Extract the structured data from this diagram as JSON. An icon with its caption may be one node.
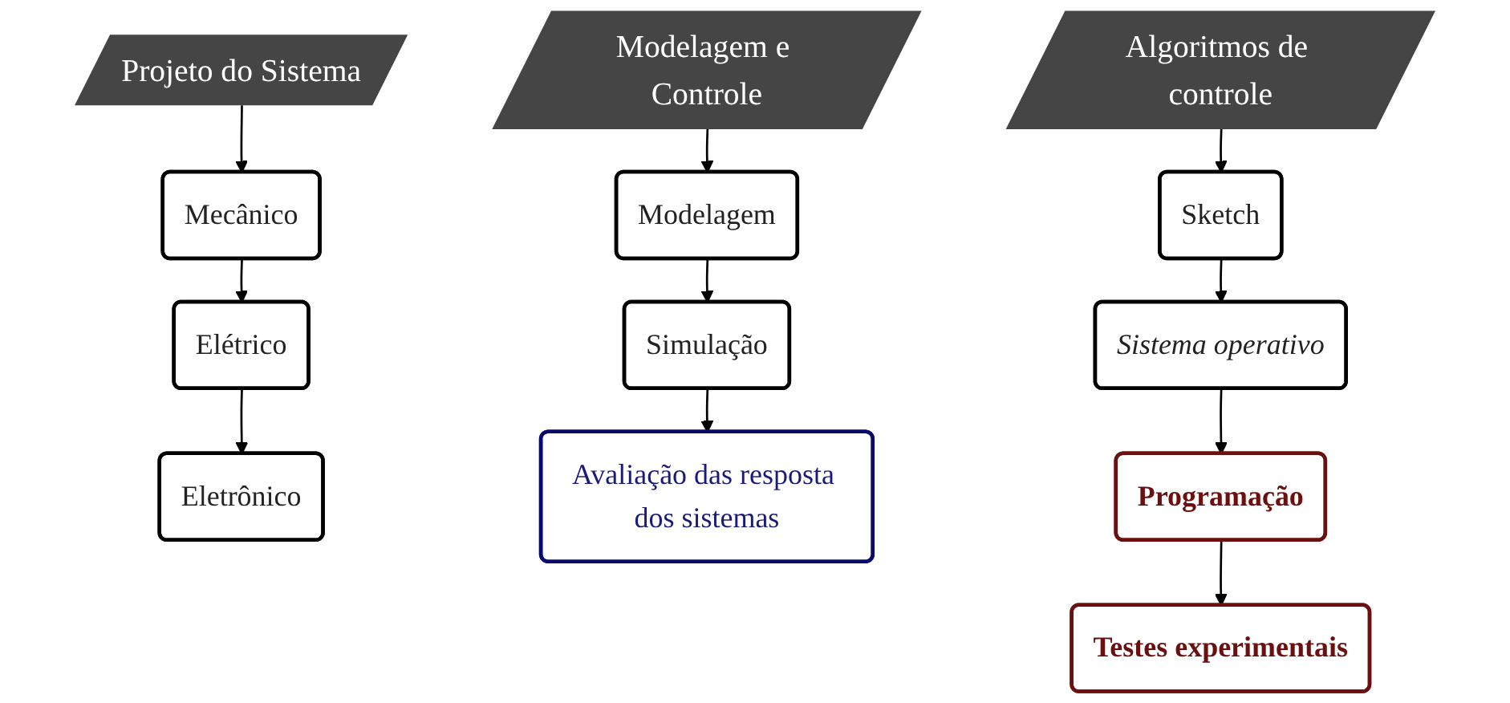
{
  "diagram": {
    "nodes": [
      {
        "text": [
          "Projeto do Sistema"
        ]
      },
      {
        "text": [
          "Mecânico"
        ]
      },
      {
        "text": [
          "Elétrico"
        ]
      },
      {
        "text": [
          "Eletrônico"
        ]
      },
      {
        "text": [
          "Modelagem e Controle"
        ]
      },
      {
        "text": [
          "Modelagem"
        ]
      },
      {
        "text": [
          "Simulação"
        ]
      },
      {
        "text": [
          "Avaliação das resposta dos sistemas"
        ]
      },
      {
        "text": [
          "Algoritmos de controle"
        ]
      },
      {
        "text": [
          "Sketch"
        ]
      },
      {
        "text": [
          "Sistema operativo"
        ]
      },
      {
        "text": [
          "Programação"
        ]
      },
      {
        "text": [
          "Testes experimentais"
        ]
      }
    ],
    "edges": [
      {
        "from": 0,
        "to": 1,
        "arrow": "to"
      },
      {
        "from": 1,
        "to": 2,
        "arrow": "to"
      },
      {
        "from": 2,
        "to": 3,
        "arrow": "to"
      },
      {
        "from": 4,
        "to": 5,
        "arrow": "to"
      },
      {
        "from": 5,
        "to": 6,
        "arrow": "to"
      },
      {
        "from": 6,
        "to": 7,
        "arrow": "to"
      },
      {
        "from": 8,
        "to": 9,
        "arrow": "to"
      },
      {
        "from": 9,
        "to": 10,
        "arrow": "to"
      },
      {
        "from": 10,
        "to": 11,
        "arrow": "to"
      },
      {
        "from": 11,
        "to": 12,
        "arrow": "to"
      }
    ]
  }
}
